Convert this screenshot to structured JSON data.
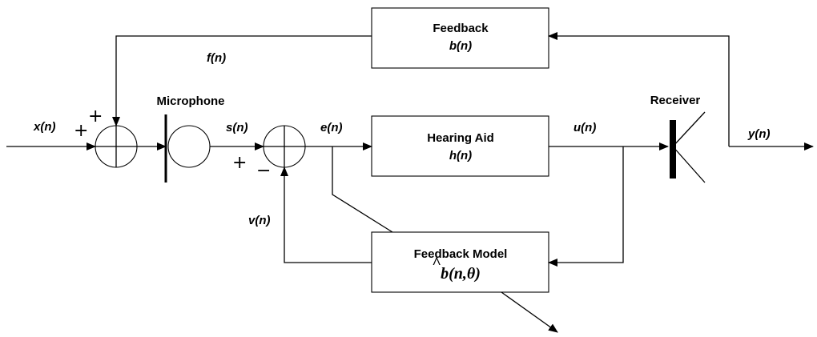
{
  "blocks": {
    "feedback": {
      "title": "Feedback",
      "sub": "b(n)"
    },
    "hearing_aid": {
      "title": "Hearing Aid",
      "sub": "h(n)"
    },
    "feedback_model": {
      "title": "Feedback Model",
      "sub_main": "b(n,θ)",
      "sub_hat": "^"
    }
  },
  "components": {
    "microphone": "Microphone",
    "receiver": "Receiver"
  },
  "signals": {
    "x": "x(n)",
    "f": "f(n)",
    "s": "s(n)",
    "e": "e(n)",
    "u": "u(n)",
    "v": "v(n)",
    "y": "y(n)"
  },
  "signs": {
    "plus": "+",
    "minus": "−"
  }
}
